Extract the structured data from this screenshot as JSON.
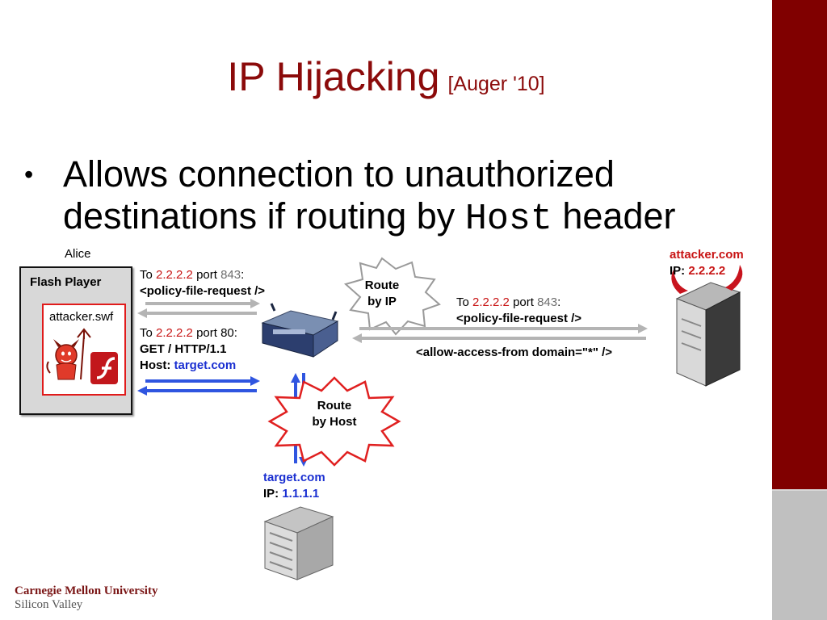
{
  "slide": {
    "title": "IP Hijacking",
    "citation": "[Auger '10]",
    "bullet_prefix": "Allows connection to unauthorized destinations if routing by",
    "bullet_code": "Host",
    "bullet_suffix": "header"
  },
  "diagram": {
    "alice_label": "Alice",
    "flash_player_label": "Flash Player",
    "swf_label": "attacker.swf",
    "left_msg1": {
      "to": "To",
      "ip": "2.2.2.2",
      "port_word": "port",
      "port": "843",
      "colon": ":",
      "request": "<policy-file-request />"
    },
    "left_msg2": {
      "to": "To",
      "ip": "2.2.2.2",
      "port_text": "port 80:",
      "get": "GET / HTTP/1.1",
      "host_label": "Host:",
      "host_value": "target.com"
    },
    "route_ip_line1": "Route",
    "route_ip_line2": "by IP",
    "route_host_line1": "Route",
    "route_host_line2": "by Host",
    "right_msg": {
      "to": "To",
      "ip": "2.2.2.2",
      "port_word": "port",
      "port": "843",
      "colon": ":",
      "request": "<policy-file-request />"
    },
    "response": "<allow-access-from domain=\"*\" />",
    "attacker_name": "attacker.com",
    "attacker_ip_label": "IP:",
    "attacker_ip": "2.2.2.2",
    "target_name": "target.com",
    "target_ip_label": "IP:",
    "target_ip": "1.1.1.1"
  },
  "footer": {
    "line1": "Carnegie Mellon University",
    "line2": "Silicon Valley"
  },
  "colors": {
    "title": "#8b0a0a",
    "sidebar": "#800000",
    "ip_red": "#c81414",
    "port_gray": "#6e6e6e",
    "host_blue": "#1a2fd1",
    "arrow_gray": "#b4b4b4",
    "arrow_blue": "#2f55e0"
  }
}
